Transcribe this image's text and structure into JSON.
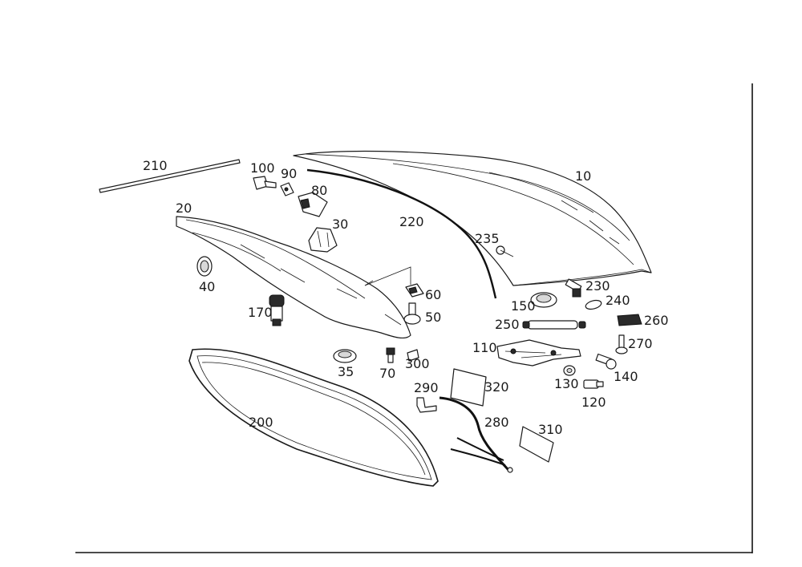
{
  "diagram": {
    "callouts": [
      {
        "id": "10",
        "label": "10"
      },
      {
        "id": "20",
        "label": "20"
      },
      {
        "id": "30",
        "label": "30"
      },
      {
        "id": "35",
        "label": "35"
      },
      {
        "id": "40",
        "label": "40"
      },
      {
        "id": "50",
        "label": "50"
      },
      {
        "id": "60",
        "label": "60"
      },
      {
        "id": "70",
        "label": "70"
      },
      {
        "id": "80",
        "label": "80"
      },
      {
        "id": "90",
        "label": "90"
      },
      {
        "id": "100",
        "label": "100"
      },
      {
        "id": "110",
        "label": "110"
      },
      {
        "id": "120",
        "label": "120"
      },
      {
        "id": "130",
        "label": "130"
      },
      {
        "id": "140",
        "label": "140"
      },
      {
        "id": "150",
        "label": "150"
      },
      {
        "id": "170",
        "label": "170"
      },
      {
        "id": "200",
        "label": "200"
      },
      {
        "id": "210",
        "label": "210"
      },
      {
        "id": "220",
        "label": "220"
      },
      {
        "id": "230",
        "label": "230"
      },
      {
        "id": "235",
        "label": "235"
      },
      {
        "id": "240",
        "label": "240"
      },
      {
        "id": "250",
        "label": "250"
      },
      {
        "id": "260",
        "label": "260"
      },
      {
        "id": "270",
        "label": "270"
      },
      {
        "id": "280",
        "label": "280"
      },
      {
        "id": "290",
        "label": "290"
      },
      {
        "id": "300",
        "label": "300"
      },
      {
        "id": "310",
        "label": "310"
      },
      {
        "id": "320",
        "label": "320"
      }
    ]
  }
}
